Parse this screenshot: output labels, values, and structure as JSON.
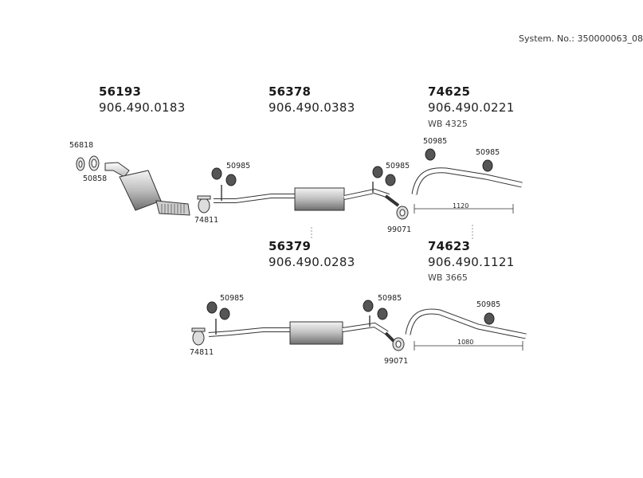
{
  "header": {
    "system_no": "System. No.: 350000063_08"
  },
  "parts": {
    "p56193": {
      "number": "56193",
      "ref": "906.490.0183"
    },
    "p56378": {
      "number": "56378",
      "ref": "906.490.0383"
    },
    "p74625": {
      "number": "74625",
      "ref": "906.490.0221",
      "wb": "WB 4325"
    },
    "p56379": {
      "number": "56379",
      "ref": "906.490.0283"
    },
    "p74623": {
      "number": "74623",
      "ref": "906.490.1121",
      "wb": "WB 3665"
    }
  },
  "labels": {
    "l56818": "56818",
    "l50858": "50858",
    "l74811a": "74811",
    "l50985a": "50985",
    "l50985b": "50985",
    "l99071a": "99071",
    "l50985c": "50985",
    "l50985d": "50985",
    "l74811b": "74811",
    "l50985e": "50985",
    "l50985f": "50985",
    "l99071b": "99071",
    "l50985g": "50985"
  },
  "dimensions": {
    "d1": "1120",
    "d2": "1080"
  }
}
